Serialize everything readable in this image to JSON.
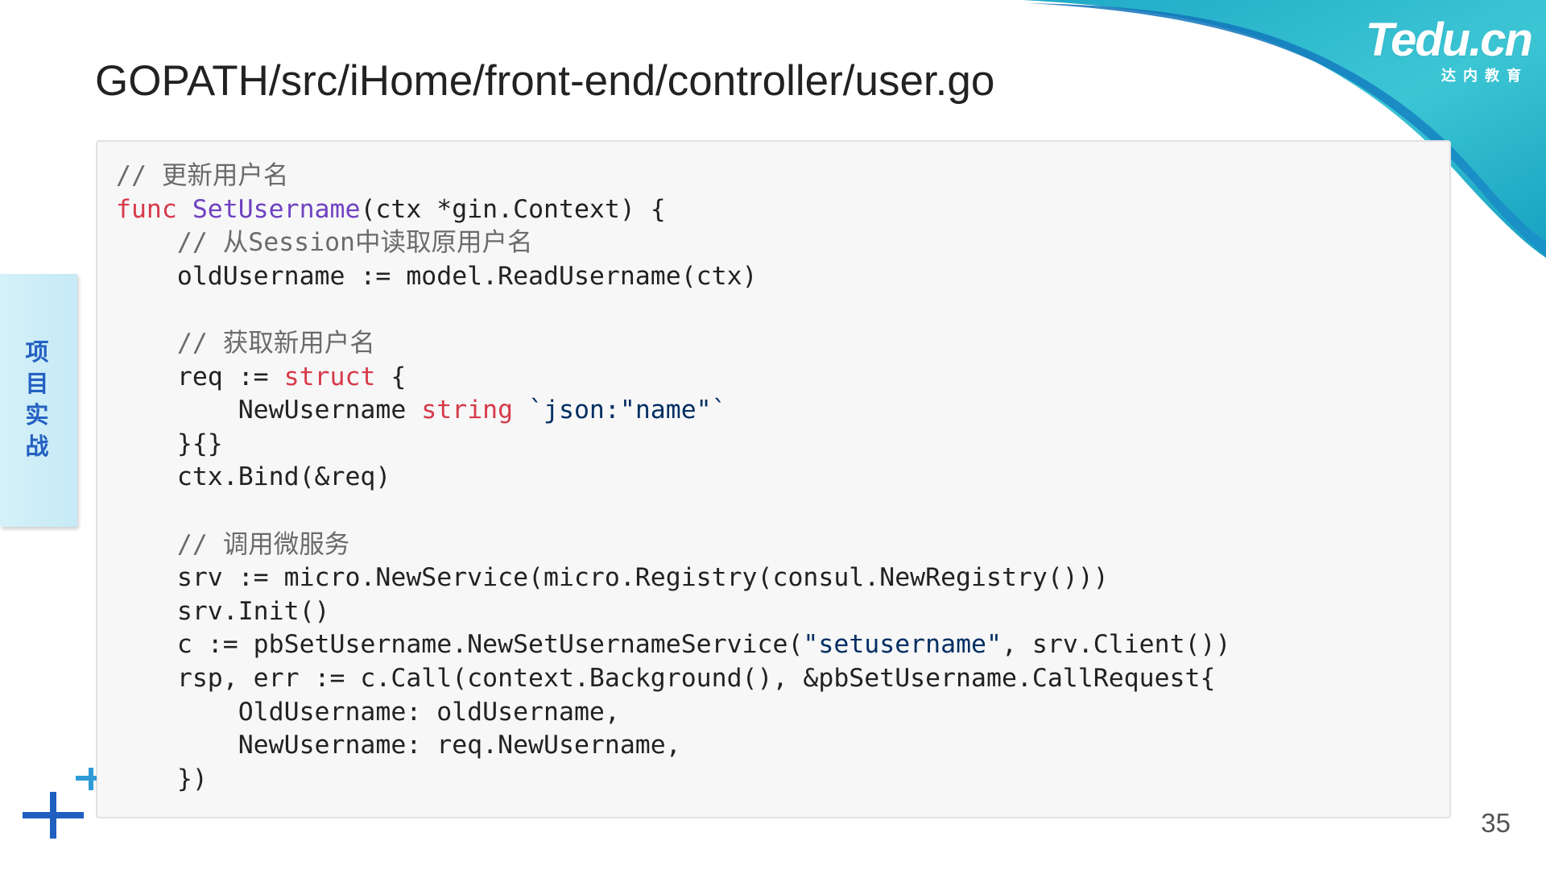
{
  "slide": {
    "title": "GOPATH/src/iHome/front-end/controller/user.go",
    "side_tab_label": "项目实战",
    "page_number": "35"
  },
  "logo": {
    "brand": "Tedu.cn",
    "tagline": "达内教育"
  },
  "colors": {
    "accent_teal": "#2bb8c9",
    "accent_blue": "#1f78c8",
    "side_tab_text": "#2460c2",
    "keyword": "#d73a49",
    "function": "#6f42c1",
    "string": "#032f62",
    "comment": "#6b6b6b"
  },
  "code": {
    "lines": [
      [
        {
          "t": "comment",
          "s": "// 更新用户名"
        }
      ],
      [
        {
          "t": "keyword",
          "s": "func"
        },
        {
          "t": "plain",
          "s": " "
        },
        {
          "t": "func",
          "s": "SetUsername"
        },
        {
          "t": "plain",
          "s": "(ctx *gin.Context) {"
        }
      ],
      [
        {
          "t": "plain",
          "s": "    "
        },
        {
          "t": "comment",
          "s": "// 从Session中读取原用户名"
        }
      ],
      [
        {
          "t": "plain",
          "s": "    oldUsername := model.ReadUsername(ctx)"
        }
      ],
      [],
      [
        {
          "t": "plain",
          "s": "    "
        },
        {
          "t": "comment",
          "s": "// 获取新用户名"
        }
      ],
      [
        {
          "t": "plain",
          "s": "    req := "
        },
        {
          "t": "keyword",
          "s": "struct"
        },
        {
          "t": "plain",
          "s": " {"
        }
      ],
      [
        {
          "t": "plain",
          "s": "        NewUsername "
        },
        {
          "t": "keyword",
          "s": "string"
        },
        {
          "t": "plain",
          "s": " "
        },
        {
          "t": "string",
          "s": "`json:\"name\"`"
        }
      ],
      [
        {
          "t": "plain",
          "s": "    }{}"
        }
      ],
      [
        {
          "t": "plain",
          "s": "    ctx.Bind(&req)"
        }
      ],
      [],
      [
        {
          "t": "plain",
          "s": "    "
        },
        {
          "t": "comment",
          "s": "// 调用微服务"
        }
      ],
      [
        {
          "t": "plain",
          "s": "    srv := micro.NewService(micro.Registry(consul.NewRegistry()))"
        }
      ],
      [
        {
          "t": "plain",
          "s": "    srv.Init()"
        }
      ],
      [
        {
          "t": "plain",
          "s": "    c := pbSetUsername.NewSetUsernameService("
        },
        {
          "t": "string",
          "s": "\"setusername\""
        },
        {
          "t": "plain",
          "s": ", srv.Client())"
        }
      ],
      [
        {
          "t": "plain",
          "s": "    rsp, err := c.Call(context.Background(), &pbSetUsername.CallRequest{"
        }
      ],
      [
        {
          "t": "plain",
          "s": "        OldUsername: oldUsername,"
        }
      ],
      [
        {
          "t": "plain",
          "s": "        NewUsername: req.NewUsername,"
        }
      ],
      [
        {
          "t": "plain",
          "s": "    })"
        }
      ]
    ]
  },
  "icons": {
    "big_plus": "plus-icon",
    "small_plus": "plus-icon"
  }
}
